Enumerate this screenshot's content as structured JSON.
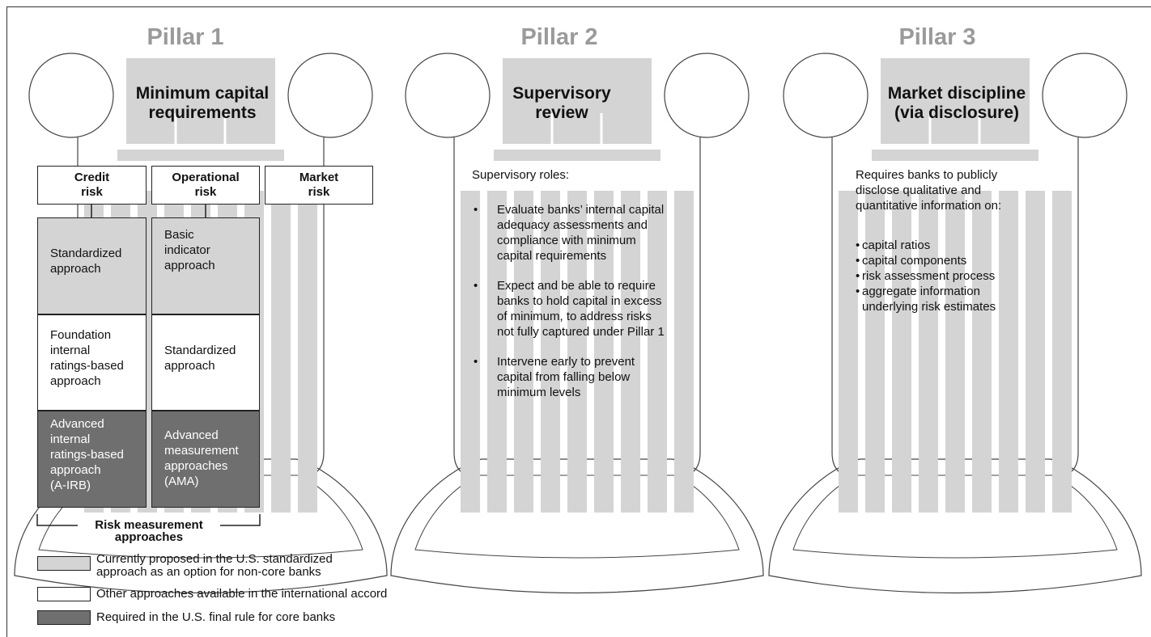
{
  "colors": {
    "light": "#d4d4d4",
    "dark": "#6f6f6f",
    "white": "#ffffff",
    "stroke": "#222222",
    "title": "#9a9a9a"
  },
  "pillars": [
    {
      "title": "Pillar 1",
      "heading": [
        "Minimum capital",
        "requirements"
      ]
    },
    {
      "title": "Pillar 2",
      "heading": [
        "Supervisory",
        "review"
      ]
    },
    {
      "title": "Pillar 3",
      "heading": [
        "Market discipline",
        "(via disclosure)"
      ]
    }
  ],
  "pillar1": {
    "columns": [
      {
        "header": [
          "Credit",
          "risk"
        ],
        "cells": [
          {
            "label": [
              "Standardized",
              "approach"
            ],
            "shade": "light"
          },
          {
            "label": [
              "Foundation",
              "internal",
              "ratings-based",
              "approach"
            ],
            "shade": "white"
          },
          {
            "label": [
              "Advanced",
              "internal",
              "ratings-based",
              "approach",
              "(A-IRB)"
            ],
            "shade": "dark"
          }
        ]
      },
      {
        "header": [
          "Operational",
          "risk"
        ],
        "cells": [
          {
            "label": [
              "Basic",
              "indicator",
              "approach"
            ],
            "shade": "light"
          },
          {
            "label": [
              "Standardized",
              "approach"
            ],
            "shade": "white"
          },
          {
            "label": [
              "Advanced",
              "measurement",
              "approaches",
              "(AMA)"
            ],
            "shade": "dark"
          }
        ]
      },
      {
        "header": [
          "Market",
          "risk"
        ],
        "cells": []
      }
    ],
    "risk_measurement_label": [
      "Risk measurement",
      "approaches"
    ]
  },
  "pillar2": {
    "intro": "Supervisory roles:",
    "bullets": [
      [
        "Evaluate banks’ internal capital",
        "adequacy assessments and",
        "compliance with minimum",
        "capital requirements"
      ],
      [
        "Expect and be able to require",
        "banks to hold capital in excess",
        "of minimum, to address risks",
        "not fully captured under Pillar 1"
      ],
      [
        "Intervene early to prevent",
        "capital from falling below",
        "minimum levels"
      ]
    ]
  },
  "pillar3": {
    "intro": [
      "Requires banks to publicly",
      "disclose qualitative and",
      "quantitative information on:"
    ],
    "bullets": [
      [
        "capital ratios"
      ],
      [
        "capital components"
      ],
      [
        "risk assessment process"
      ],
      [
        "aggregate information",
        "underlying risk estimates"
      ]
    ]
  },
  "legend": [
    {
      "shade": "light",
      "text": [
        "Currently proposed in the U.S. standardized",
        "approach as an option for non-core banks"
      ]
    },
    {
      "shade": "white",
      "text": [
        "Other approaches available in the international accord"
      ]
    },
    {
      "shade": "dark",
      "text": [
        "Required in the U.S. final rule for core banks"
      ]
    }
  ]
}
